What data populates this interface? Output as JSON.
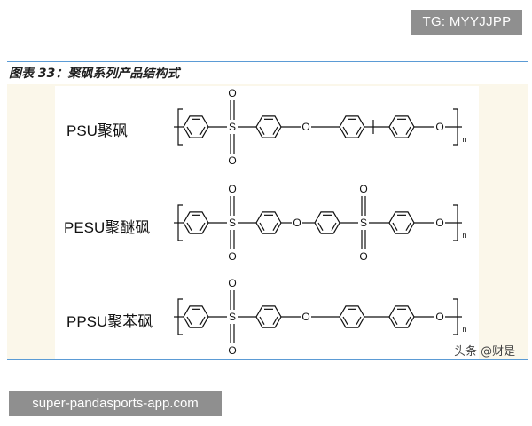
{
  "badges": {
    "top_right": "TG: MYYJJPP",
    "bottom_left": "super-pandasports-app.com"
  },
  "figure": {
    "title": "图表 33：聚砜系列产品结构式",
    "watermark": "头条 @财是"
  },
  "polymers": [
    {
      "label": "PSU聚砜"
    },
    {
      "label": "PESU聚醚砜"
    },
    {
      "label": "PPSU聚苯砜"
    }
  ],
  "atoms": {
    "sulfur": "S",
    "oxygen": "O",
    "repeat": "n"
  },
  "colors": {
    "rule": "#5b9bd5",
    "panel": "#fbf7ea",
    "badge": "#8f8f8f"
  }
}
